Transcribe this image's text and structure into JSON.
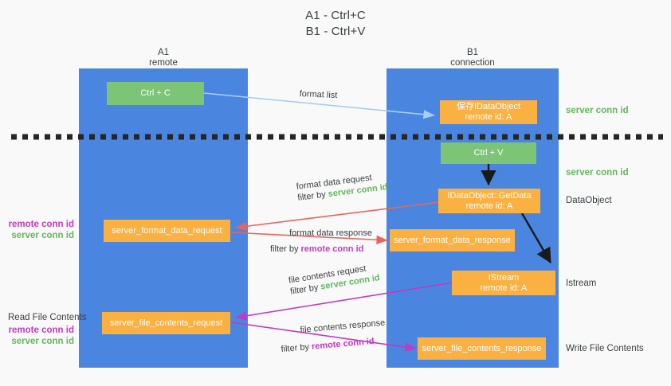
{
  "title": {
    "line1": "A1 - Ctrl+C",
    "line2": "B1 - Ctrl+V"
  },
  "columns": [
    {
      "id": "a1",
      "name": "A1",
      "sub": "remote"
    },
    {
      "id": "b1",
      "name": "B1",
      "sub": "connection"
    }
  ],
  "boxes": {
    "ctrl_c": "Ctrl + C",
    "ctrl_v": "Ctrl + V",
    "save_idataobject": "保存IDataObject\nremote id: A",
    "getdata": "IDataObject::GetData\nremote id: A",
    "istream": "IStream\nremote id: A",
    "server_format_data_request": "server_format_data_request",
    "server_format_data_response": "server_format_data_response",
    "server_file_contents_request": "server_file_contents_request",
    "server_file_contents_response": "server_file_contents_response"
  },
  "right_labels": {
    "server_conn_id_1": "server conn id",
    "server_conn_id_2": "server conn id",
    "dataobject": "DataObject",
    "istream": "Istream",
    "write_file_contents": "Write File Contents"
  },
  "left_labels": {
    "read_file_contents": "Read File Contents",
    "remote_conn_id_1": "remote conn id",
    "server_conn_id_1": "server conn id",
    "remote_conn_id_2": "remote conn id",
    "server_conn_id_2": "server conn id"
  },
  "edge_labels": {
    "format_list": "format list",
    "format_data_request": "format data request",
    "format_data_request_filter_prefix": "filter by ",
    "format_data_request_filter_value": "server conn id",
    "format_data_response": "format data response",
    "format_data_response_filter_prefix": "filter by ",
    "format_data_response_filter_value": "remote conn id",
    "file_contents_request": "file contents request",
    "file_contents_request_filter_prefix": "filter by ",
    "file_contents_request_filter_value": "server conn id",
    "file_contents_response": "file contents response",
    "file_contents_response_filter_prefix": "filter by ",
    "file_contents_response_filter_value": "remote conn id"
  },
  "colors": {
    "lane": "#4a86e0",
    "green_box": "#7cc576",
    "orange_box": "#fbb042",
    "server_conn": "#5fb85c",
    "remote_conn": "#c23ac2",
    "arrow_blue": "#a8cdf0",
    "arrow_red": "#e8645c",
    "arrow_magenta": "#c23ac2",
    "arrow_black": "#1a1a1a",
    "background": "#f9f9f9"
  }
}
